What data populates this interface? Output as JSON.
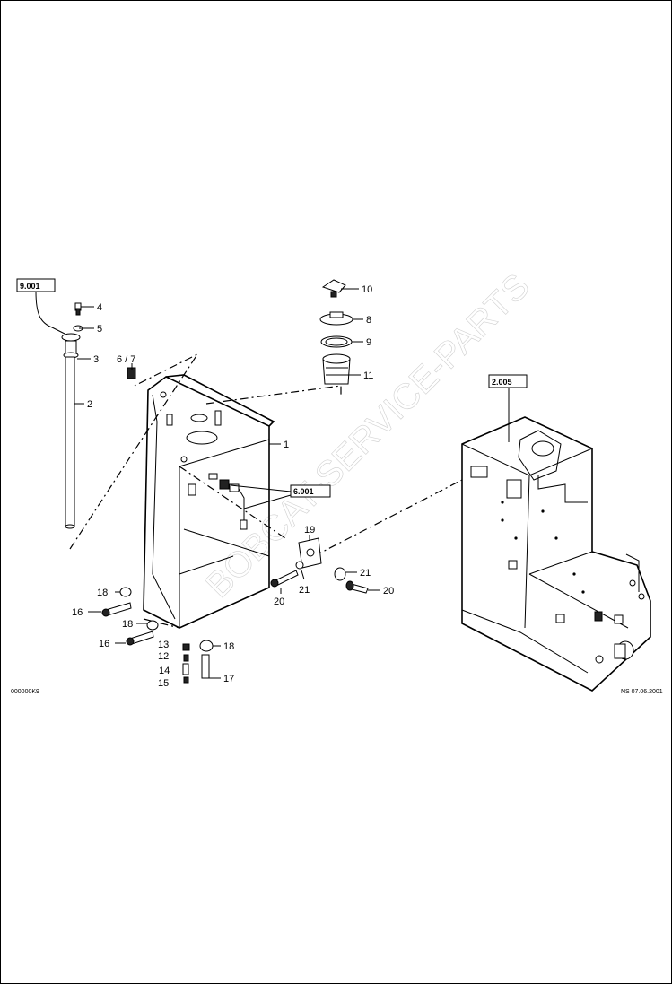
{
  "drawing": {
    "code_left": "000000K9",
    "code_right": "NS 07.06.2001"
  },
  "references": [
    {
      "id": "ref-9001",
      "text": "9.001"
    },
    {
      "id": "ref-2005",
      "text": "2.005"
    },
    {
      "id": "ref-6001",
      "text": "6.001"
    }
  ],
  "callouts": {
    "c1": "1",
    "c2": "2",
    "c3": "3",
    "c4": "4",
    "c5": "5",
    "c67": "6 / 7",
    "c8": "8",
    "c9": "9",
    "c10": "10",
    "c11": "11",
    "c12": "12",
    "c13": "13",
    "c14": "14",
    "c15": "15",
    "c16a": "16",
    "c16b": "16",
    "c17": "17",
    "c18a": "18",
    "c18b": "18",
    "c18c": "18",
    "c19": "19",
    "c20a": "20",
    "c20b": "20",
    "c21a": "21",
    "c21b": "21"
  }
}
